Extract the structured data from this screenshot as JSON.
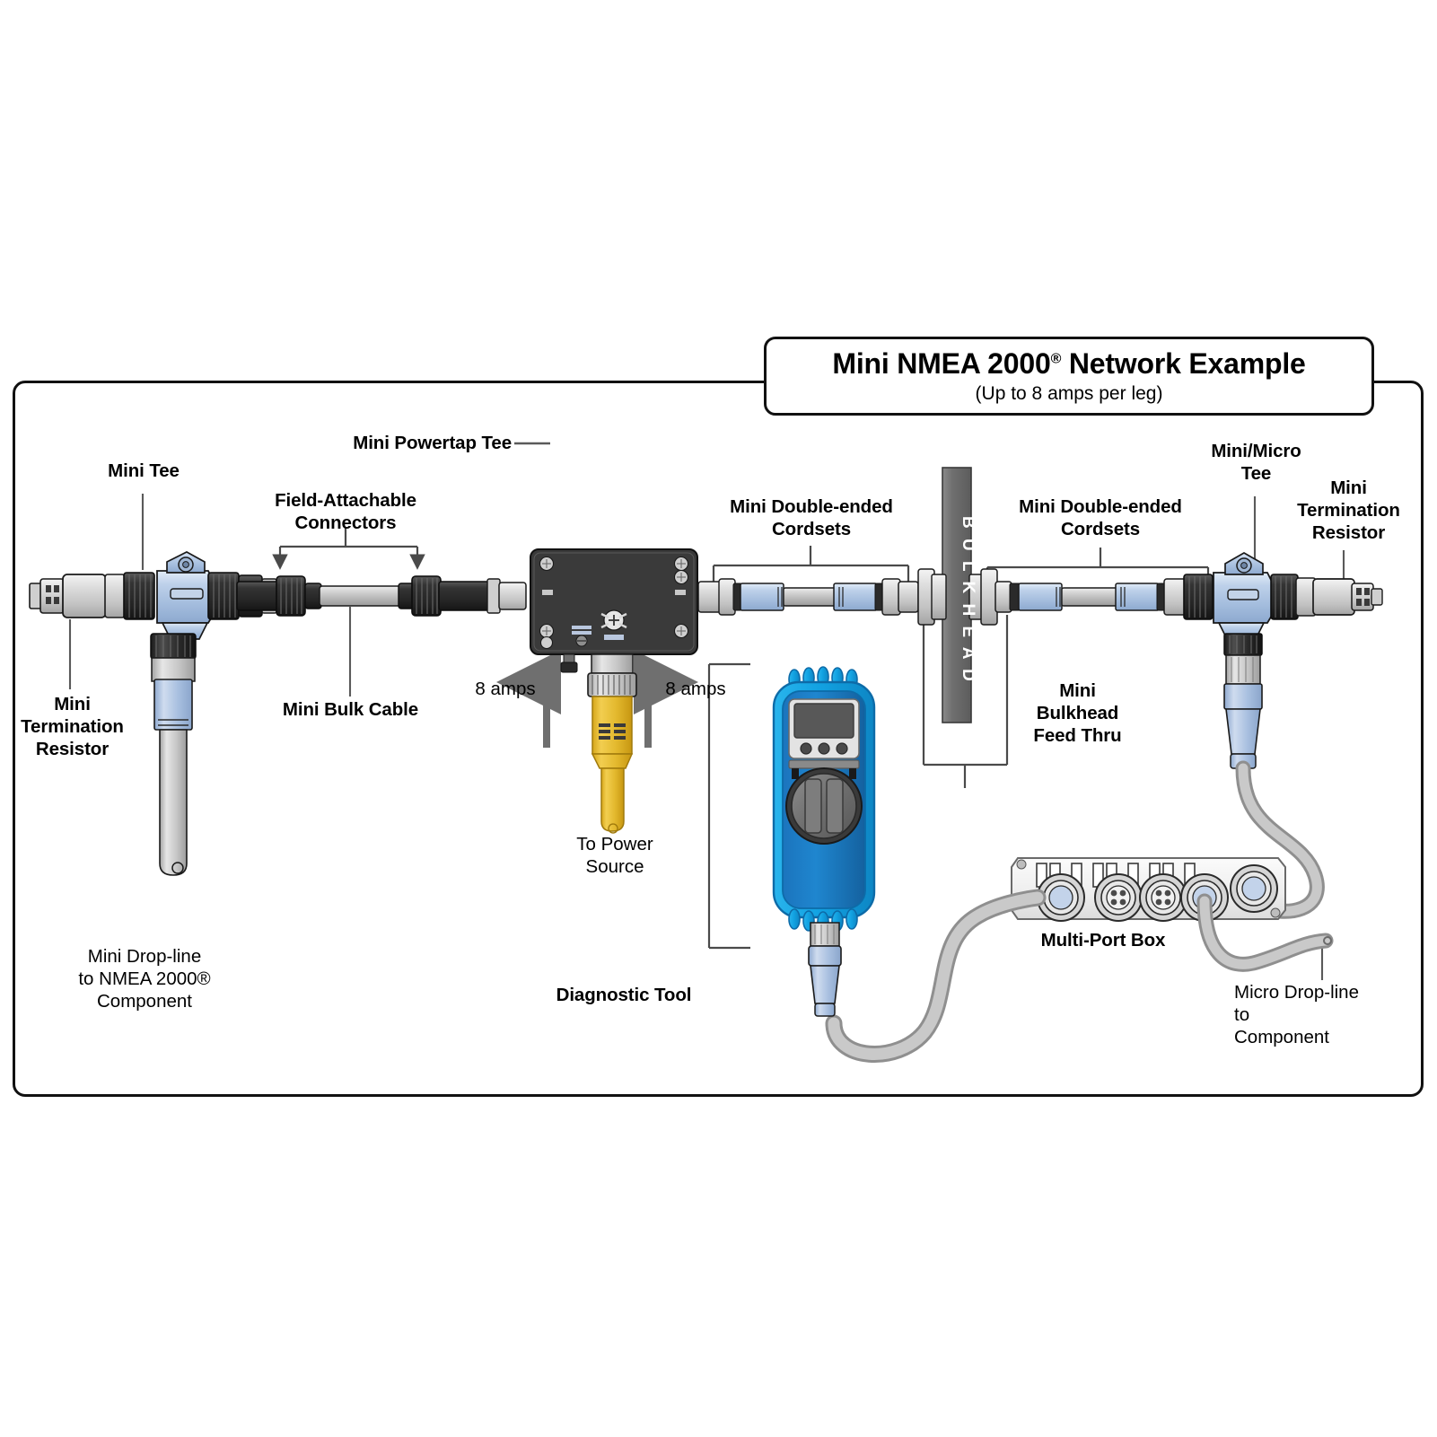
{
  "title_box": {
    "heading": "Mini NMEA 2000",
    "heading_sup": "®",
    "heading_tail": " Network Example",
    "subheading": "(Up to 8 amps per leg)"
  },
  "labels": {
    "mini_tee": "Mini Tee",
    "mini_powertap_tee": "Mini Powertap Tee",
    "field_attachable_connectors": "Field-Attachable\nConnectors",
    "mini_termination_resistor_left": "Mini\nTermination\nResistor",
    "mini_bulk_cable": "Mini Bulk Cable",
    "amps_left": "8 amps",
    "amps_right": "8 amps",
    "to_power_source": "To Power\nSource",
    "mini_drop_line_component": "Mini Drop-line\nto NMEA 2000®\nComponent",
    "diagnostic_tool": "Diagnostic Tool",
    "mini_double_ended_cordsets_left": "Mini Double-ended\nCordsets",
    "mini_double_ended_cordsets_right": "Mini Double-ended\nCordsets",
    "bulkhead": "B U L K H E A D",
    "mini_bulkhead_feed_thru": "Mini\nBulkhead\nFeed Thru",
    "mini_micro_tee": "Mini/Micro\nTee",
    "mini_termination_resistor_right": "Mini\nTermination\nResistor",
    "multi_port_box": "Multi-Port Box",
    "micro_drop_line_component": "Micro Drop-line\nto\nComponent"
  },
  "colors": {
    "frame_stroke": "#111111",
    "leader": "#5a5a5a",
    "arrow_gray": "#7d7d7d",
    "cable_gray": "#b9b9b9",
    "cable_gray_dark": "#8f8f8f",
    "connector_blue": "#a8c0df",
    "connector_blue_light": "#c5d6ec",
    "connector_gray": "#d2d2d2",
    "black_body": "#2b2b2b",
    "box_black": "#3a3a3a",
    "power_yellow": "#e8b92e",
    "bulkhead_gray": "#6d6d6d",
    "tool_blue": "#1aa7e0",
    "tool_blue_dark": "#1263b0",
    "lcd_gray": "#555555"
  },
  "diagram": {
    "type": "network-topology-diagram",
    "backbone_components": [
      "Mini Termination Resistor",
      "Mini Tee",
      "Field-Attachable Connector",
      "Mini Bulk Cable",
      "Field-Attachable Connector",
      "Mini Powertap Tee",
      "Mini Double-ended Cordsets",
      "Mini Bulkhead Feed Thru",
      "Mini Double-ended Cordsets",
      "Mini/Micro Tee",
      "Mini Termination Resistor"
    ],
    "drops": [
      "Mini Drop-line to NMEA 2000® Component",
      "To Power Source",
      "Diagnostic Tool",
      "Multi-Port Box",
      "Micro Drop-line to Component"
    ],
    "power_rating": "8 amps per leg"
  }
}
